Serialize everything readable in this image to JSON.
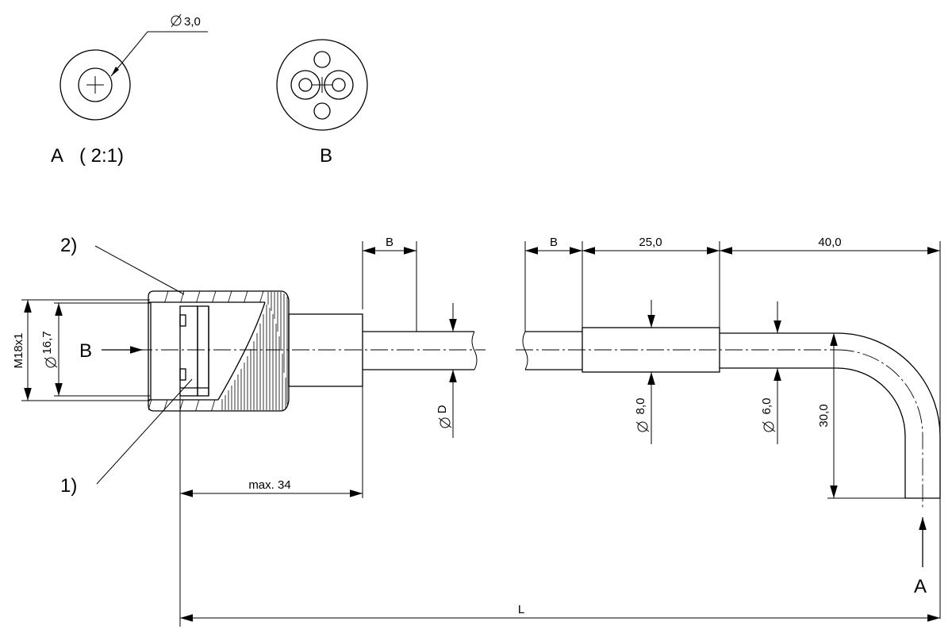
{
  "view_a": {
    "label": "A",
    "scale": "( 2:1)",
    "diameter_label": "3,0"
  },
  "view_b": {
    "label": "B"
  },
  "callouts": {
    "item_2": "2)",
    "item_1": "1)"
  },
  "section": {
    "view_arrow_label": "B",
    "end_arrow_label": "A"
  },
  "dimensions": {
    "thread": "M18x1",
    "bore_diameter": "16,7",
    "cable_diameter": "D",
    "sleeve_diameter": "8,0",
    "tube_diameter": "6,0",
    "bend_height": "30,0",
    "b_left": "B",
    "b_right": "B",
    "sleeve_length": "25,0",
    "bend_length": "40,0",
    "connector_length": "max. 34",
    "total_length": "L"
  }
}
